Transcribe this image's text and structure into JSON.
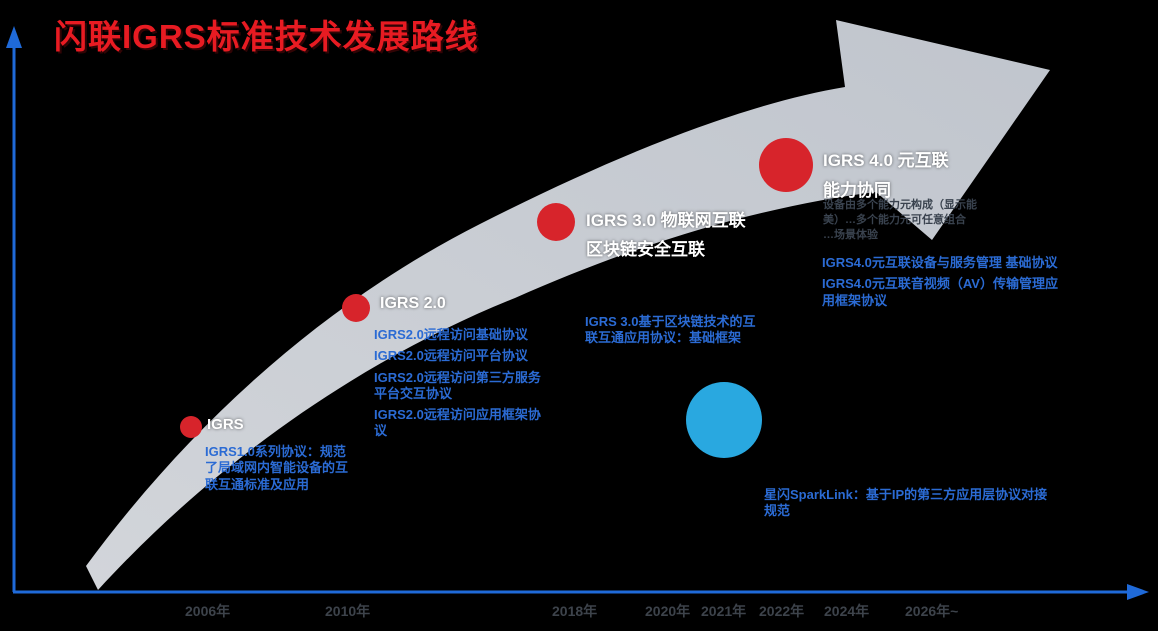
{
  "title": "闪联IGRS标准技术发展路线",
  "colors": {
    "background": "#000000",
    "title": "#e81b22",
    "arrow": "#c9cdd4",
    "milestone_dot": "#d7242b",
    "sparklink_dot": "#29a8e0",
    "detail_text": "#2b6bd4",
    "milestone_label": "#ffffff",
    "note_text": "#39424e",
    "axis": "#1f6ad9",
    "year_text": "#3d434b"
  },
  "timeline": {
    "years": [
      "2006年",
      "2010年",
      "2018年",
      "2020年",
      "2021年",
      "2022年",
      "2024年",
      "2026年~"
    ]
  },
  "milestones": [
    {
      "id": "igrs-1",
      "label": "IGRS",
      "details": [
        "IGRS1.0系列协议：规范了局域网内智能设备的互联互通标准及应用"
      ]
    },
    {
      "id": "igrs-2",
      "label": "IGRS 2.0",
      "details": [
        "IGRS2.0远程访问基础协议",
        "IGRS2.0远程访问平台协议",
        "IGRS2.0远程访问第三方服务平台交互协议",
        "IGRS2.0远程访问应用框架协议"
      ]
    },
    {
      "id": "igrs-3",
      "label_line1": "IGRS 3.0 物联网互联",
      "label_line2": "区块链安全互联",
      "details": [
        "IGRS 3.0基于区块链技术的互联互通应用协议：基础框架"
      ]
    },
    {
      "id": "igrs-4",
      "label_line1": "IGRS 4.0 元互联",
      "label_line2": "能力协同",
      "note_lines": [
        "设备由多个能力元构成（显示能",
        "美）…多个能力元可任意组合",
        "…场景体验"
      ],
      "details": [
        "IGRS4.0元互联设备与服务管理 基础协议",
        "IGRS4.0元互联音视频（AV）传输管理应用框架协议"
      ]
    },
    {
      "id": "sparklink",
      "details": [
        "星闪SparkLink：基于IP的第三方应用层协议对接规范"
      ]
    }
  ]
}
